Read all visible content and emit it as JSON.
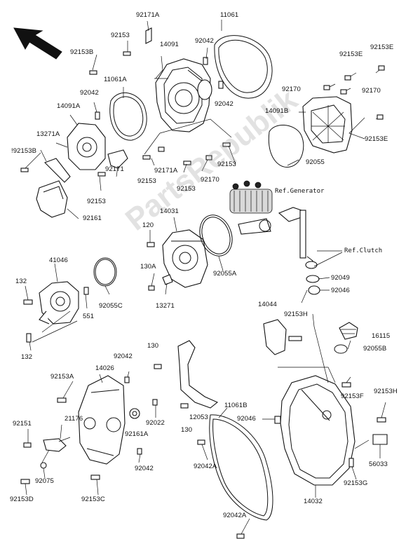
{
  "watermark": "PartsRepublik",
  "colors": {
    "line": "#111111",
    "background": "#ffffff",
    "watermark": "#969696"
  },
  "icons": {
    "direction_arrow": "front-direction-arrow-icon"
  },
  "references": {
    "generator": "Ref.Generator",
    "clutch": "Ref.Clutch"
  },
  "labels": {
    "l92171A_top": "92171A",
    "l11061_top": "11061",
    "l92153_top": "92153",
    "l14091": "14091",
    "l92042_top": "92042",
    "l92153B_top": "92153B",
    "l92153E_a": "92153E",
    "l92153E_b": "92153E",
    "l11061A": "11061A",
    "l92042_mid": "92042",
    "l92042_right": "92042",
    "l92170_a": "92170",
    "l92170_b": "92170",
    "l14091A": "14091A",
    "l14091B": "14091B",
    "l13271A": "13271A",
    "l92153E_c": "92153E",
    "l92153B_left": "!92153B",
    "l92171A_mid": "92171A",
    "l92153_mid": "92153",
    "l92055": "92055",
    "l92171": "92171",
    "l92153_c": "92153",
    "l92153_d": "92153",
    "l92170_c": "92170",
    "l92153_e": "92153",
    "l14031": "14031",
    "l92161": "92161",
    "l120": "120",
    "l41046": "41046",
    "l130A": "130A",
    "l92055A": "92055A",
    "l132_a": "132",
    "l13271": "13271",
    "l92049": "92049",
    "l92055C": "92055C",
    "l551": "551",
    "l92046_a": "92046",
    "l14044": "14044",
    "l92153H_a": "92153H",
    "l16115": "16115",
    "l132_b": "132",
    "l130_a": "130",
    "l92042_c": "92042",
    "l92055B": "92055B",
    "l14026": "14026",
    "l92153A": "92153A",
    "l92153F": "92153F",
    "l92153H_b": "92153H",
    "l21176": "21176",
    "l92151": "92151",
    "l11061B": "11061B",
    "l12053": "12053",
    "l92022": "92022",
    "l92046_b": "92046",
    "l130_b": "130",
    "l92161A": "92161A",
    "l56033": "56033",
    "l92042_d": "92042",
    "l92042A_a": "92042A",
    "l92075": "92075",
    "l92153C": "92153C",
    "l92153G": "92153G",
    "l92153D": "92153D",
    "l14032": "14032",
    "l92042A_b": "92042A"
  }
}
